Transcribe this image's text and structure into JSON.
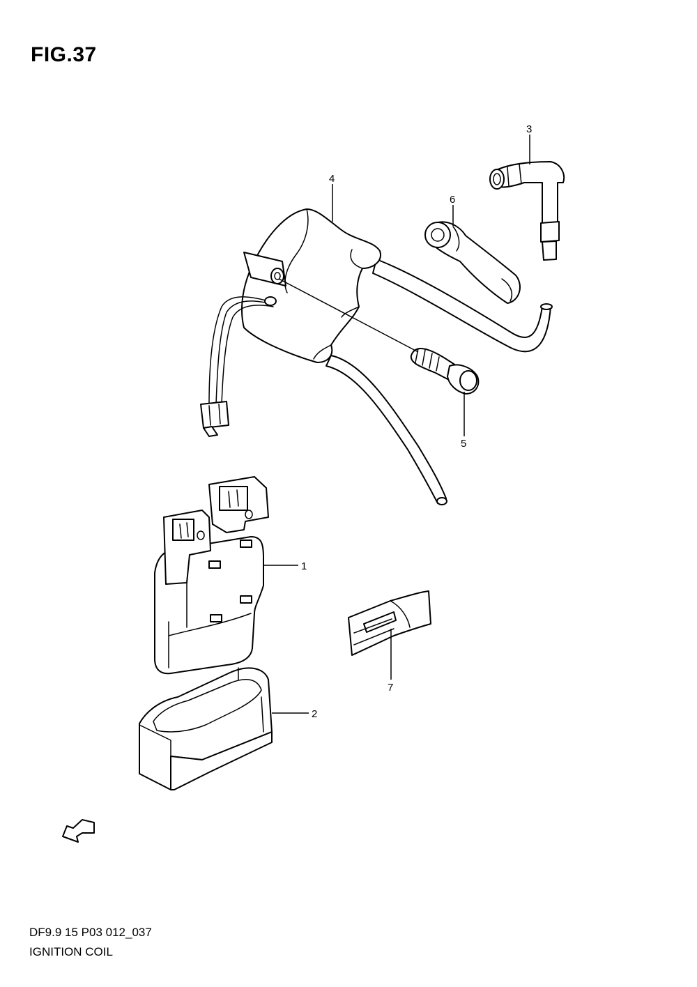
{
  "figure": {
    "title": "FIG.37",
    "code": "DF9.9 15 P03 012_037",
    "name": "IGNITION COIL",
    "fwd_label": "FWD"
  },
  "callouts": [
    {
      "id": "1",
      "label": "1"
    },
    {
      "id": "2",
      "label": "2"
    },
    {
      "id": "3",
      "label": "3"
    },
    {
      "id": "4",
      "label": "4"
    },
    {
      "id": "5",
      "label": "5"
    },
    {
      "id": "6",
      "label": "6"
    },
    {
      "id": "7",
      "label": "7"
    }
  ]
}
